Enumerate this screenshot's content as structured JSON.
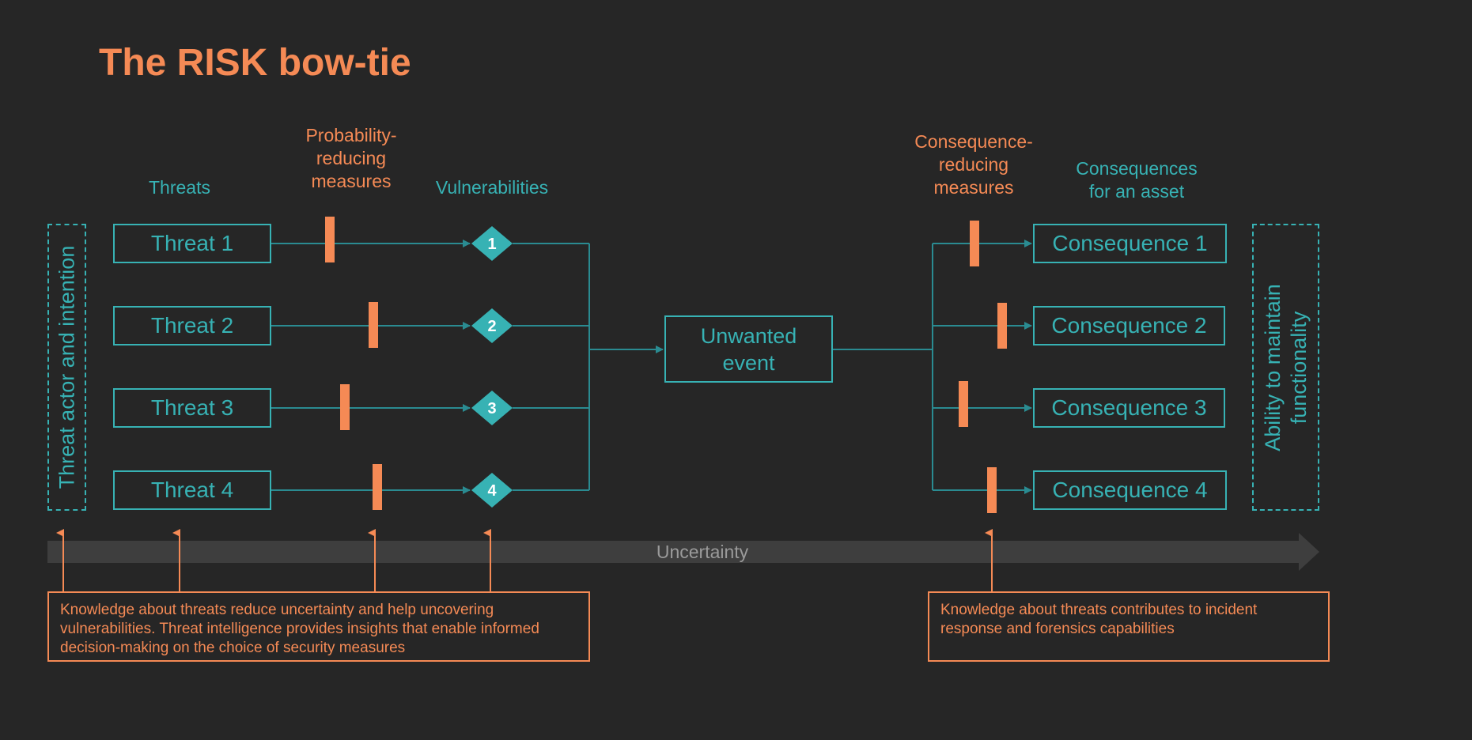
{
  "title": "The RISK bow-tie",
  "headers": {
    "threats": "Threats",
    "probability_line1": "Probability-",
    "probability_line2": "reducing",
    "probability_line3": "measures",
    "vulnerabilities": "Vulnerabilities",
    "consequence_measures_line1": "Consequence-",
    "consequence_measures_line2": "reducing",
    "consequence_measures_line3": "measures",
    "consequences_line1": "Consequences",
    "consequences_line2": "for an asset"
  },
  "side_left": "Threat actor and intention",
  "side_right_line1": "Ability to maintain",
  "side_right_line2": "functionality",
  "threats": [
    "Threat 1",
    "Threat 2",
    "Threat 3",
    "Threat 4"
  ],
  "vulnerabilities": [
    "1",
    "2",
    "3",
    "4"
  ],
  "event_line1": "Unwanted",
  "event_line2": "event",
  "consequences": [
    "Consequence 1",
    "Consequence 2",
    "Consequence 3",
    "Consequence 4"
  ],
  "uncertainty": "Uncertainty",
  "notes": {
    "left": "Knowledge about threats reduce uncertainty and help uncovering vulnerabilities. Threat intelligence provides insights that enable informed decision-making on the choice of security measures",
    "right": "Knowledge about threats contributes to incident response and forensics capabilities"
  },
  "colors": {
    "background": "#262626",
    "accent_teal": "#37B2B4",
    "line_teal": "#2A8B91",
    "accent_orange": "#F58A55",
    "uncertainty_arrow": "#3E3E3E"
  }
}
